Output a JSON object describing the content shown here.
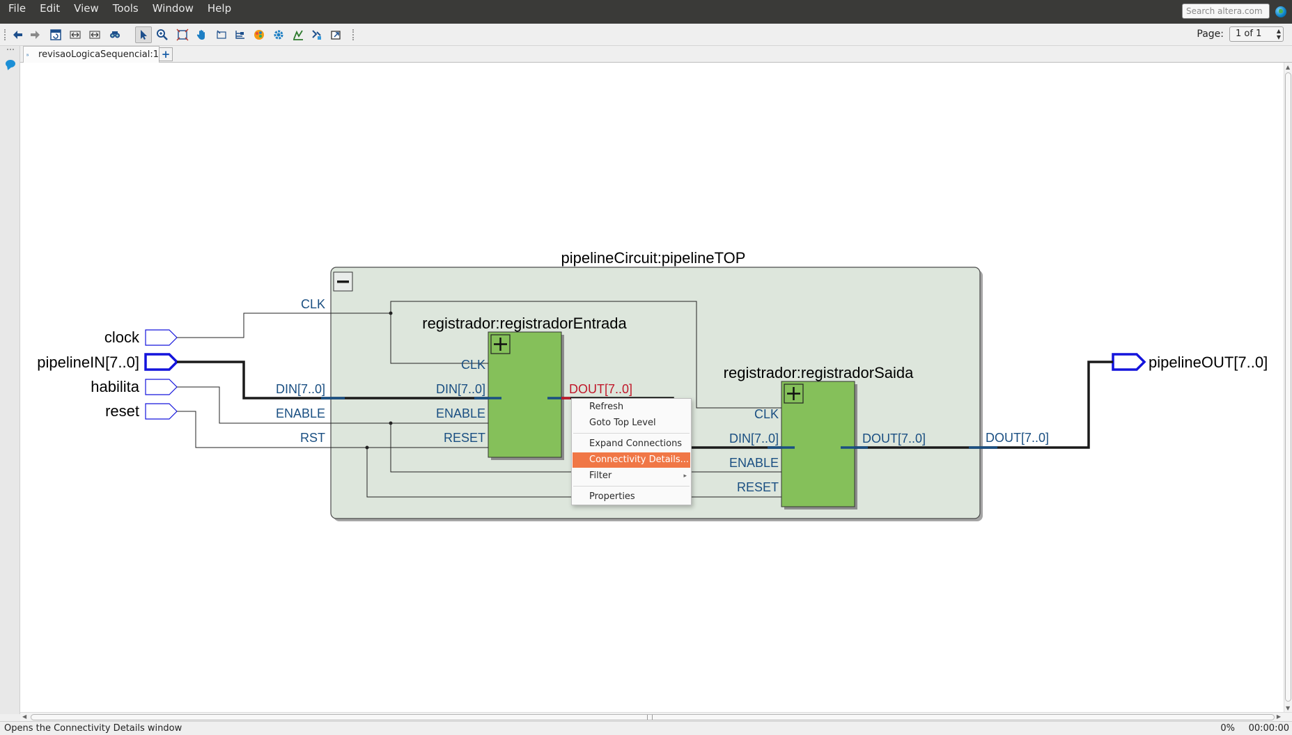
{
  "menubar": {
    "items": [
      "File",
      "Edit",
      "View",
      "Tools",
      "Window",
      "Help"
    ],
    "search_placeholder": "Search altera.com"
  },
  "toolbar": {
    "buttons": [
      "back-icon",
      "forward-icon",
      "refresh-netlist-icon",
      "fit-horizontal-icon",
      "fit-vertical-icon",
      "find-icon",
      "selection-tool-icon",
      "zoom-tool-icon",
      "fit-window-icon",
      "hand-tool-icon",
      "area-select-icon",
      "hierarchy-icon",
      "color-icon",
      "settings-icon",
      "chart-icon",
      "netlist-icon",
      "export-icon"
    ],
    "page_label": "Page:",
    "page_value": "1 of 1"
  },
  "tabs": [
    {
      "label": "revisaoLogicaSequencial:1"
    }
  ],
  "schematic": {
    "top_module": "pipelineCircuit:pipelineTOP",
    "inputs": [
      "clock",
      "pipelineIN[7..0]",
      "habilita",
      "reset"
    ],
    "output": "pipelineOUT[7..0]",
    "top_ports_in": [
      "CLK",
      "DIN[7..0]",
      "ENABLE",
      "RST"
    ],
    "top_port_out": "DOUT[7..0]",
    "reg1": {
      "title": "registrador:registradorEntrada",
      "ports_in": [
        "CLK",
        "DIN[7..0]",
        "ENABLE",
        "RESET"
      ],
      "port_out": "DOUT[7..0]"
    },
    "reg2": {
      "title": "registrador:registradorSaida",
      "ports_in": [
        "CLK",
        "DIN[7..0]",
        "ENABLE",
        "RESET"
      ],
      "port_out": "DOUT[7..0]"
    }
  },
  "context_menu": {
    "items": [
      "Refresh",
      "Goto Top Level",
      "Expand Connections",
      "Connectivity Details...",
      "Filter",
      "Properties"
    ],
    "highlighted": "Connectivity Details..."
  },
  "status": {
    "message": "Opens the Connectivity Details window",
    "progress": "0%",
    "time": "00:00:00"
  },
  "colors": {
    "block_bg": "#dde6dc",
    "register_fill": "#85c05a",
    "port_text": "#1a4f82",
    "highlight_menu": "#f07746",
    "io_port": "#1414dc",
    "selected_port": "#c0182a"
  }
}
